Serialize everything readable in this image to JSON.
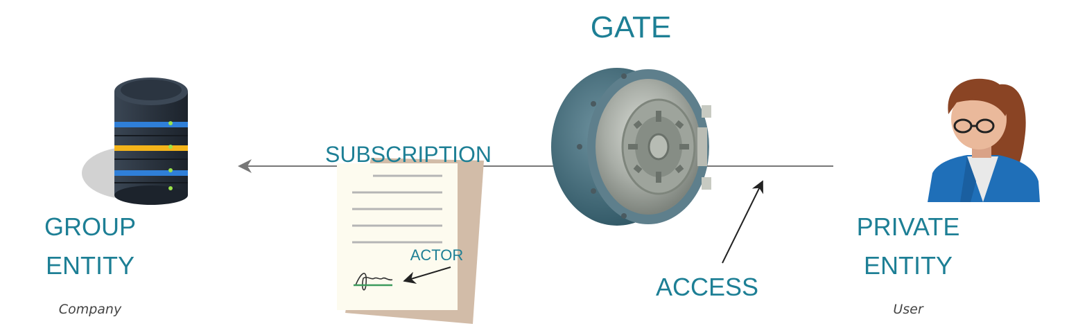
{
  "gate": {
    "title": "GATE"
  },
  "group_entity": {
    "line1": "GROUP",
    "line2": "ENTITY",
    "subtitle": "Company",
    "icon": "database-server-icon"
  },
  "private_entity": {
    "line1": "PRIVATE",
    "line2": "ENTITY",
    "subtitle": "User",
    "icon": "user-avatar-icon"
  },
  "subscription": {
    "label": "SUBSCRIPTION",
    "icon": "signed-document-icon"
  },
  "actor": {
    "label": "ACTOR"
  },
  "access": {
    "label": "ACCESS"
  },
  "vault": {
    "icon": "vault-door-icon"
  },
  "colors": {
    "label": "#1d7f95",
    "connector": "#777777",
    "pointer": "#222222",
    "server_blue": "#2f7fd8",
    "server_yellow": "#f4b41a",
    "jacket": "#1f6fb8",
    "hair": "#8a4424"
  }
}
